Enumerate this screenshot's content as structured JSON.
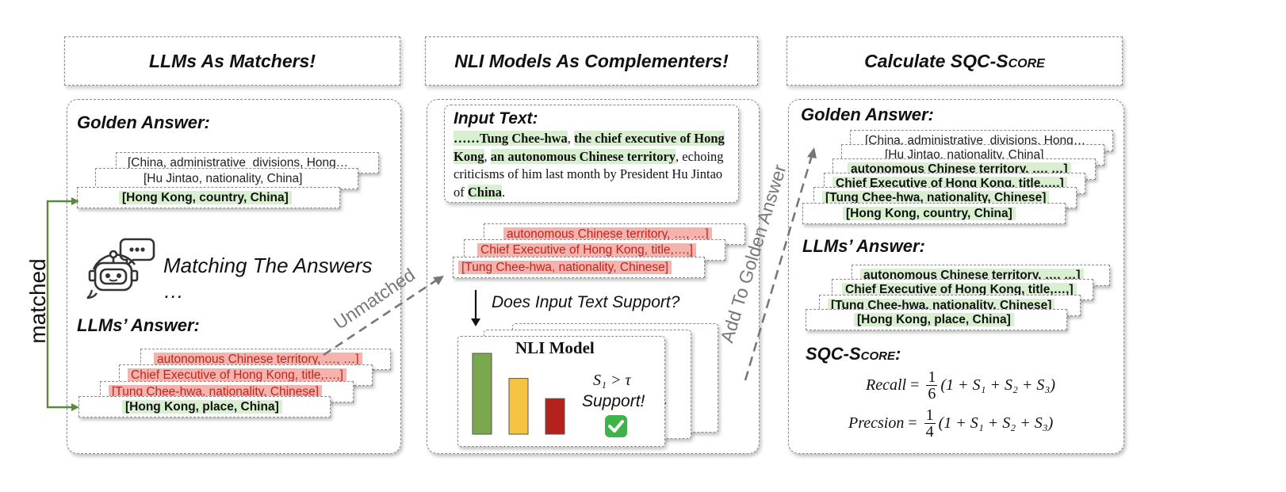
{
  "headers": {
    "left": "LLMs As Matchers!",
    "middle": "NLI Models As Complementers!",
    "right_prefix": "Calculate ",
    "right_score": "SQC-Score"
  },
  "left": {
    "golden_title": "Golden Answer:",
    "golden_cards": [
      "[China, administrative_divisions, Hong…",
      "[Hu Jintao, nationality, China]",
      "[Hong Kong, country, China]"
    ],
    "matching_text": "Matching The Answers",
    "ellipsis": "…",
    "llm_title": "LLMs’ Answer:",
    "llm_cards": [
      "autonomous Chinese territory, …, …]",
      "Chief Executive of Hong Kong, title,…,]",
      "[Tung Chee-hwa, nationality, Chinese]",
      "[Hong Kong, place, China]"
    ],
    "matched_label": "matched"
  },
  "middle": {
    "input_title": "Input Text:",
    "input_text": {
      "p1": "……Tung Chee-hwa",
      "p2": ", ",
      "p3": "the chief executive of Hong Kong",
      "p4": ", ",
      "p5": "an autonomous Chinese territory",
      "p6": ", echoing criticisms of him last month by President Hu Jintao of ",
      "p7": "China",
      "p8": "."
    },
    "unmatched_cards": [
      "autonomous Chinese territory, …, …]",
      "Chief Executive of Hong Kong, title,…,]",
      "[Tung Chee-hwa, nationality, Chinese]"
    ],
    "question": "Does Input Text Support?",
    "nli_title": "NLI Model",
    "nli_formula": "S₁ > τ",
    "nli_support": "Support!",
    "back_partial": "r",
    "unmatched_label": "Unmatched",
    "add_label": "Add To Golden Answer",
    "bar_values": [
      1.0,
      0.69,
      0.44
    ],
    "bar_colors": [
      "#7aa84e",
      "#f5c242",
      "#b5211b"
    ]
  },
  "right": {
    "golden_title": "Golden Answer:",
    "golden_cards": [
      "[China, administrative_divisions, Hong…",
      "[Hu Jintao, nationality, China]",
      "autonomous Chinese territory, …, …]",
      "Chief Executive of Hong Kong, title,…,]",
      "[Tung Chee-hwa, nationality, Chinese]",
      "[Hong Kong, country, China]"
    ],
    "llm_title": "LLMs’ Answer:",
    "llm_cards": [
      "autonomous Chinese territory, …, …]",
      "Chief Executive of Hong Kong, title,…,]",
      "[Tung Chee-hwa, nationality, Chinese]",
      "[Hong Kong, place, China]"
    ],
    "score_title": "SQC-Score:",
    "recall_label": "Recall",
    "recall_num": "1",
    "recall_den": "6",
    "precision_label": "Precsion",
    "precision_num": "1",
    "precision_den": "4",
    "formula_rhs": "(1 + S₁ + S₂ + S₃)"
  }
}
